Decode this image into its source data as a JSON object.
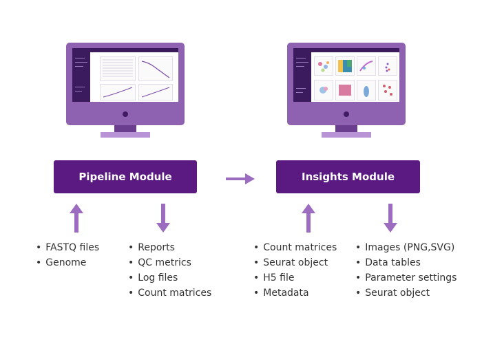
{
  "pipeline": {
    "title": "Pipeline Module",
    "inputs": [
      "FASTQ files",
      "Genome"
    ],
    "outputs": [
      "Reports",
      "QC metrics",
      "Log files",
      "Count matrices"
    ]
  },
  "insights": {
    "title": "Insights Module",
    "inputs": [
      "Count matrices",
      "Seurat object",
      "H5 file",
      "Metadata"
    ],
    "outputs": [
      "Images (PNG,SVG)",
      "Data tables",
      "Parameter settings",
      "Seurat object"
    ]
  },
  "colors": {
    "module_fill": "#5b1a82",
    "arrow": "#9b6cc0",
    "monitor": "#8e62b0"
  }
}
